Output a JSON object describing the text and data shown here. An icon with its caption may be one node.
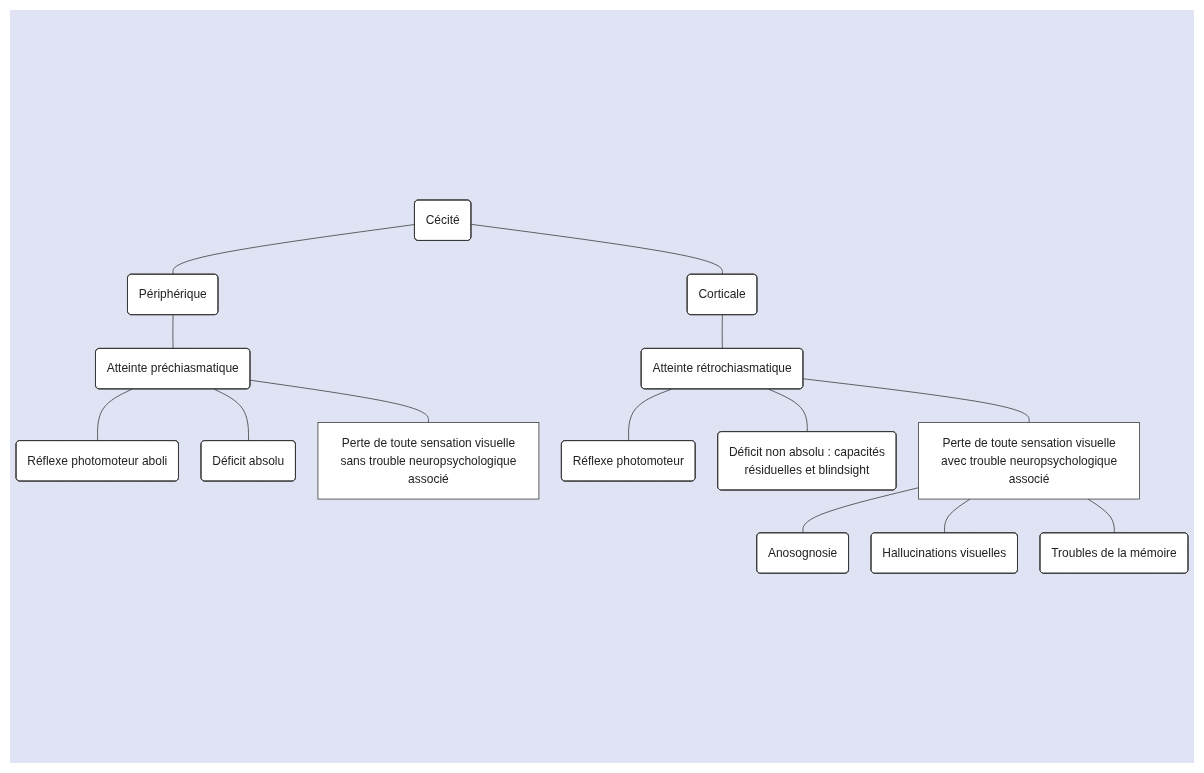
{
  "diagram": {
    "nodes": [
      {
        "text": [
          "Cécité"
        ]
      },
      {
        "text": [
          "Périphérique"
        ]
      },
      {
        "text": [
          "Corticale"
        ]
      },
      {
        "text": [
          "Atteinte préchiasmatique"
        ]
      },
      {
        "text": [
          "Atteinte rétrochiasmatique"
        ]
      },
      {
        "text": [
          "Réflexe photomoteur aboli"
        ]
      },
      {
        "text": [
          "Déficit absolu"
        ]
      },
      {
        "text": [
          "Perte de toute sensation visuelle sans trouble neuropsychologique associé"
        ]
      },
      {
        "text": [
          "Réflexe photomoteur"
        ]
      },
      {
        "text": [
          "Déficit non absolu : capacités résiduelles et blindsight"
        ]
      },
      {
        "text": [
          "Perte de toute sensation visuelle avec trouble neuropsychologique associé"
        ]
      },
      {
        "text": [
          "Anosognosie"
        ]
      },
      {
        "text": [
          "Hallucinations visuelles"
        ]
      },
      {
        "text": [
          "Troubles de la mémoire"
        ]
      }
    ],
    "edges": [
      {
        "from": 0,
        "to": 1,
        "arrow": "none"
      },
      {
        "from": 0,
        "to": 2,
        "arrow": "none"
      },
      {
        "from": 1,
        "to": 3,
        "arrow": "none"
      },
      {
        "from": 2,
        "to": 4,
        "arrow": "none"
      },
      {
        "from": 3,
        "to": 5,
        "arrow": "none"
      },
      {
        "from": 3,
        "to": 6,
        "arrow": "none"
      },
      {
        "from": 3,
        "to": 7,
        "arrow": "none"
      },
      {
        "from": 4,
        "to": 8,
        "arrow": "none"
      },
      {
        "from": 4,
        "to": 9,
        "arrow": "none"
      },
      {
        "from": 4,
        "to": 10,
        "arrow": "none"
      },
      {
        "from": 10,
        "to": 11,
        "arrow": "none"
      },
      {
        "from": 10,
        "to": 12,
        "arrow": "none"
      },
      {
        "from": 10,
        "to": 13,
        "arrow": "none"
      }
    ]
  }
}
